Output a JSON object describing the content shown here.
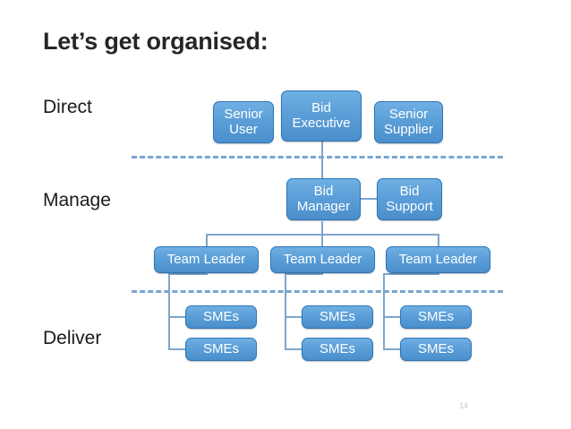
{
  "slide": {
    "title": "Let’s get organised:",
    "page_number": "14",
    "colors": {
      "node_fill_top": "#6FB0E3",
      "node_fill_bottom": "#4A8FCC",
      "node_border": "#2E75B6",
      "connector": "#7EA6CC",
      "divider": "#7BA7D0",
      "title_text": "#262626",
      "label_text": "#1a1a1a",
      "node_text": "#ffffff",
      "page_number_text": "#c9c9c9"
    }
  },
  "bands": [
    {
      "id": "direct",
      "label": "Direct"
    },
    {
      "id": "manage",
      "label": "Manage"
    },
    {
      "id": "deliver",
      "label": "Deliver"
    }
  ],
  "chart_data": {
    "type": "diagram",
    "title": "Let’s get organised:",
    "diagram_kind": "organisation-chart",
    "bands": [
      "Direct",
      "Manage",
      "Deliver"
    ],
    "nodes": [
      {
        "id": "senior-user",
        "label": "Senior\nUser",
        "band": "Direct"
      },
      {
        "id": "bid-executive",
        "label": "Bid\nExecutive",
        "band": "Direct"
      },
      {
        "id": "senior-supplier",
        "label": "Senior\nSupplier",
        "band": "Direct"
      },
      {
        "id": "bid-manager",
        "label": "Bid\nManager",
        "band": "Manage"
      },
      {
        "id": "bid-support",
        "label": "Bid\nSupport",
        "band": "Manage"
      },
      {
        "id": "team-leader-1",
        "label": "Team Leader",
        "band": "Manage"
      },
      {
        "id": "team-leader-2",
        "label": "Team Leader",
        "band": "Manage"
      },
      {
        "id": "team-leader-3",
        "label": "Team Leader",
        "band": "Manage"
      },
      {
        "id": "smes-1a",
        "label": "SMEs",
        "band": "Deliver"
      },
      {
        "id": "smes-1b",
        "label": "SMEs",
        "band": "Deliver"
      },
      {
        "id": "smes-2a",
        "label": "SMEs",
        "band": "Deliver"
      },
      {
        "id": "smes-2b",
        "label": "SMEs",
        "band": "Deliver"
      },
      {
        "id": "smes-3a",
        "label": "SMEs",
        "band": "Deliver"
      },
      {
        "id": "smes-3b",
        "label": "SMEs",
        "band": "Deliver"
      }
    ],
    "edges": [
      {
        "from": "bid-executive",
        "to": "bid-manager"
      },
      {
        "from": "bid-manager",
        "to": "bid-support"
      },
      {
        "from": "bid-manager",
        "to": "team-leader-1"
      },
      {
        "from": "bid-manager",
        "to": "team-leader-2"
      },
      {
        "from": "bid-manager",
        "to": "team-leader-3"
      },
      {
        "from": "team-leader-1",
        "to": "smes-1a"
      },
      {
        "from": "team-leader-1",
        "to": "smes-1b"
      },
      {
        "from": "team-leader-2",
        "to": "smes-2a"
      },
      {
        "from": "team-leader-2",
        "to": "smes-2b"
      },
      {
        "from": "team-leader-3",
        "to": "smes-3a"
      },
      {
        "from": "team-leader-3",
        "to": "smes-3b"
      }
    ],
    "dividers": 2
  }
}
